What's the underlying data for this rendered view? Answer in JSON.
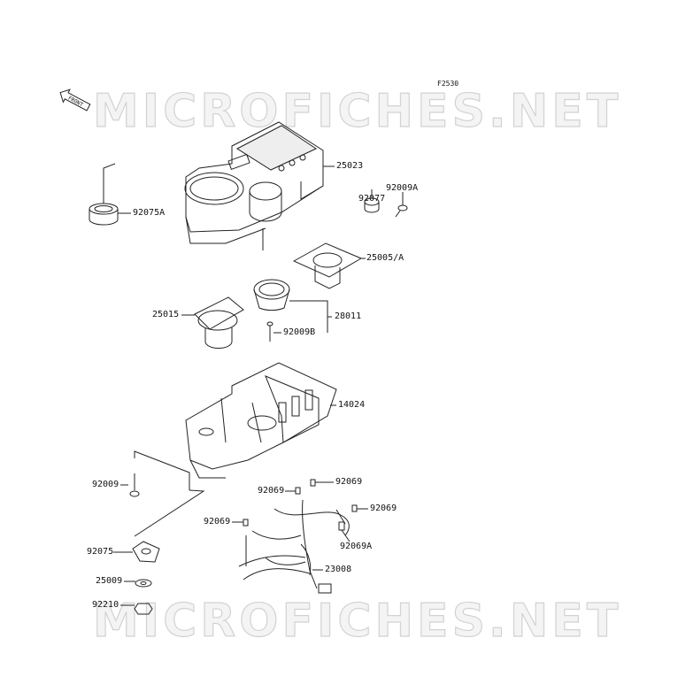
{
  "diagram_code": "F2530",
  "front_label": "FRONT",
  "watermark": "MICROFICHES.NET",
  "parts": {
    "p25023": "25023",
    "p92009A": "92009A",
    "p92077": "92077",
    "p92075A": "92075A",
    "p25005A": "25005/A",
    "p25015": "25015",
    "p28011": "28011",
    "p92009B": "92009B",
    "p14024": "14024",
    "p92009": "92009",
    "p92069_1": "92069",
    "p92069_2": "92069",
    "p92069_3": "92069",
    "p92069_4": "92069",
    "p92069A": "92069A",
    "p92075": "92075",
    "p23008": "23008",
    "p25009": "25009",
    "p92210": "92210"
  }
}
